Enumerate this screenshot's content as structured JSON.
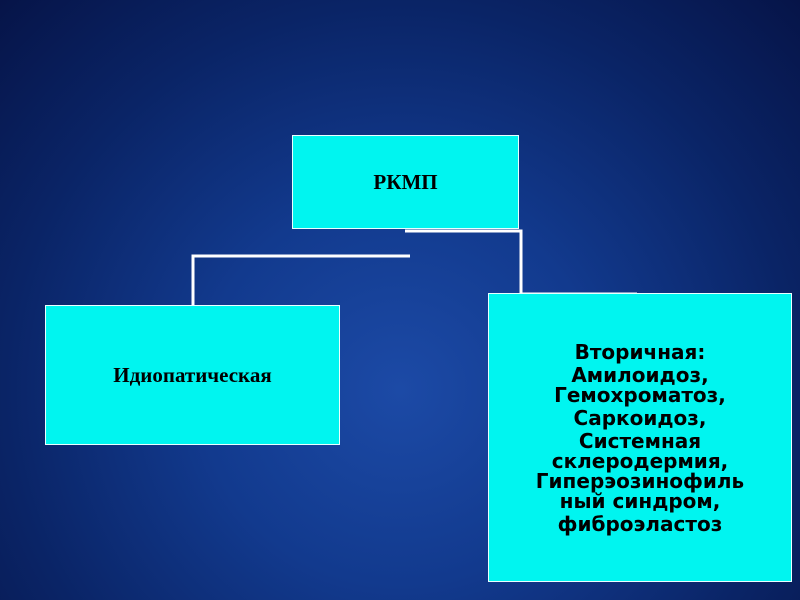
{
  "diagram": {
    "root": {
      "label": "РКМП"
    },
    "left": {
      "label": "Идиопатическая"
    },
    "right": {
      "lines": [
        "Вторичная:",
        "Амилоидоз,",
        "Гемохроматоз,",
        "Саркоидоз,",
        "Системная",
        "склеродермия,",
        "Гиперэозинофиль",
        "ный синдром,",
        "фиброэластоз"
      ]
    }
  },
  "colors": {
    "box_fill": "#00f5f0",
    "connector": "#ffffff",
    "background": "#0a2466"
  }
}
